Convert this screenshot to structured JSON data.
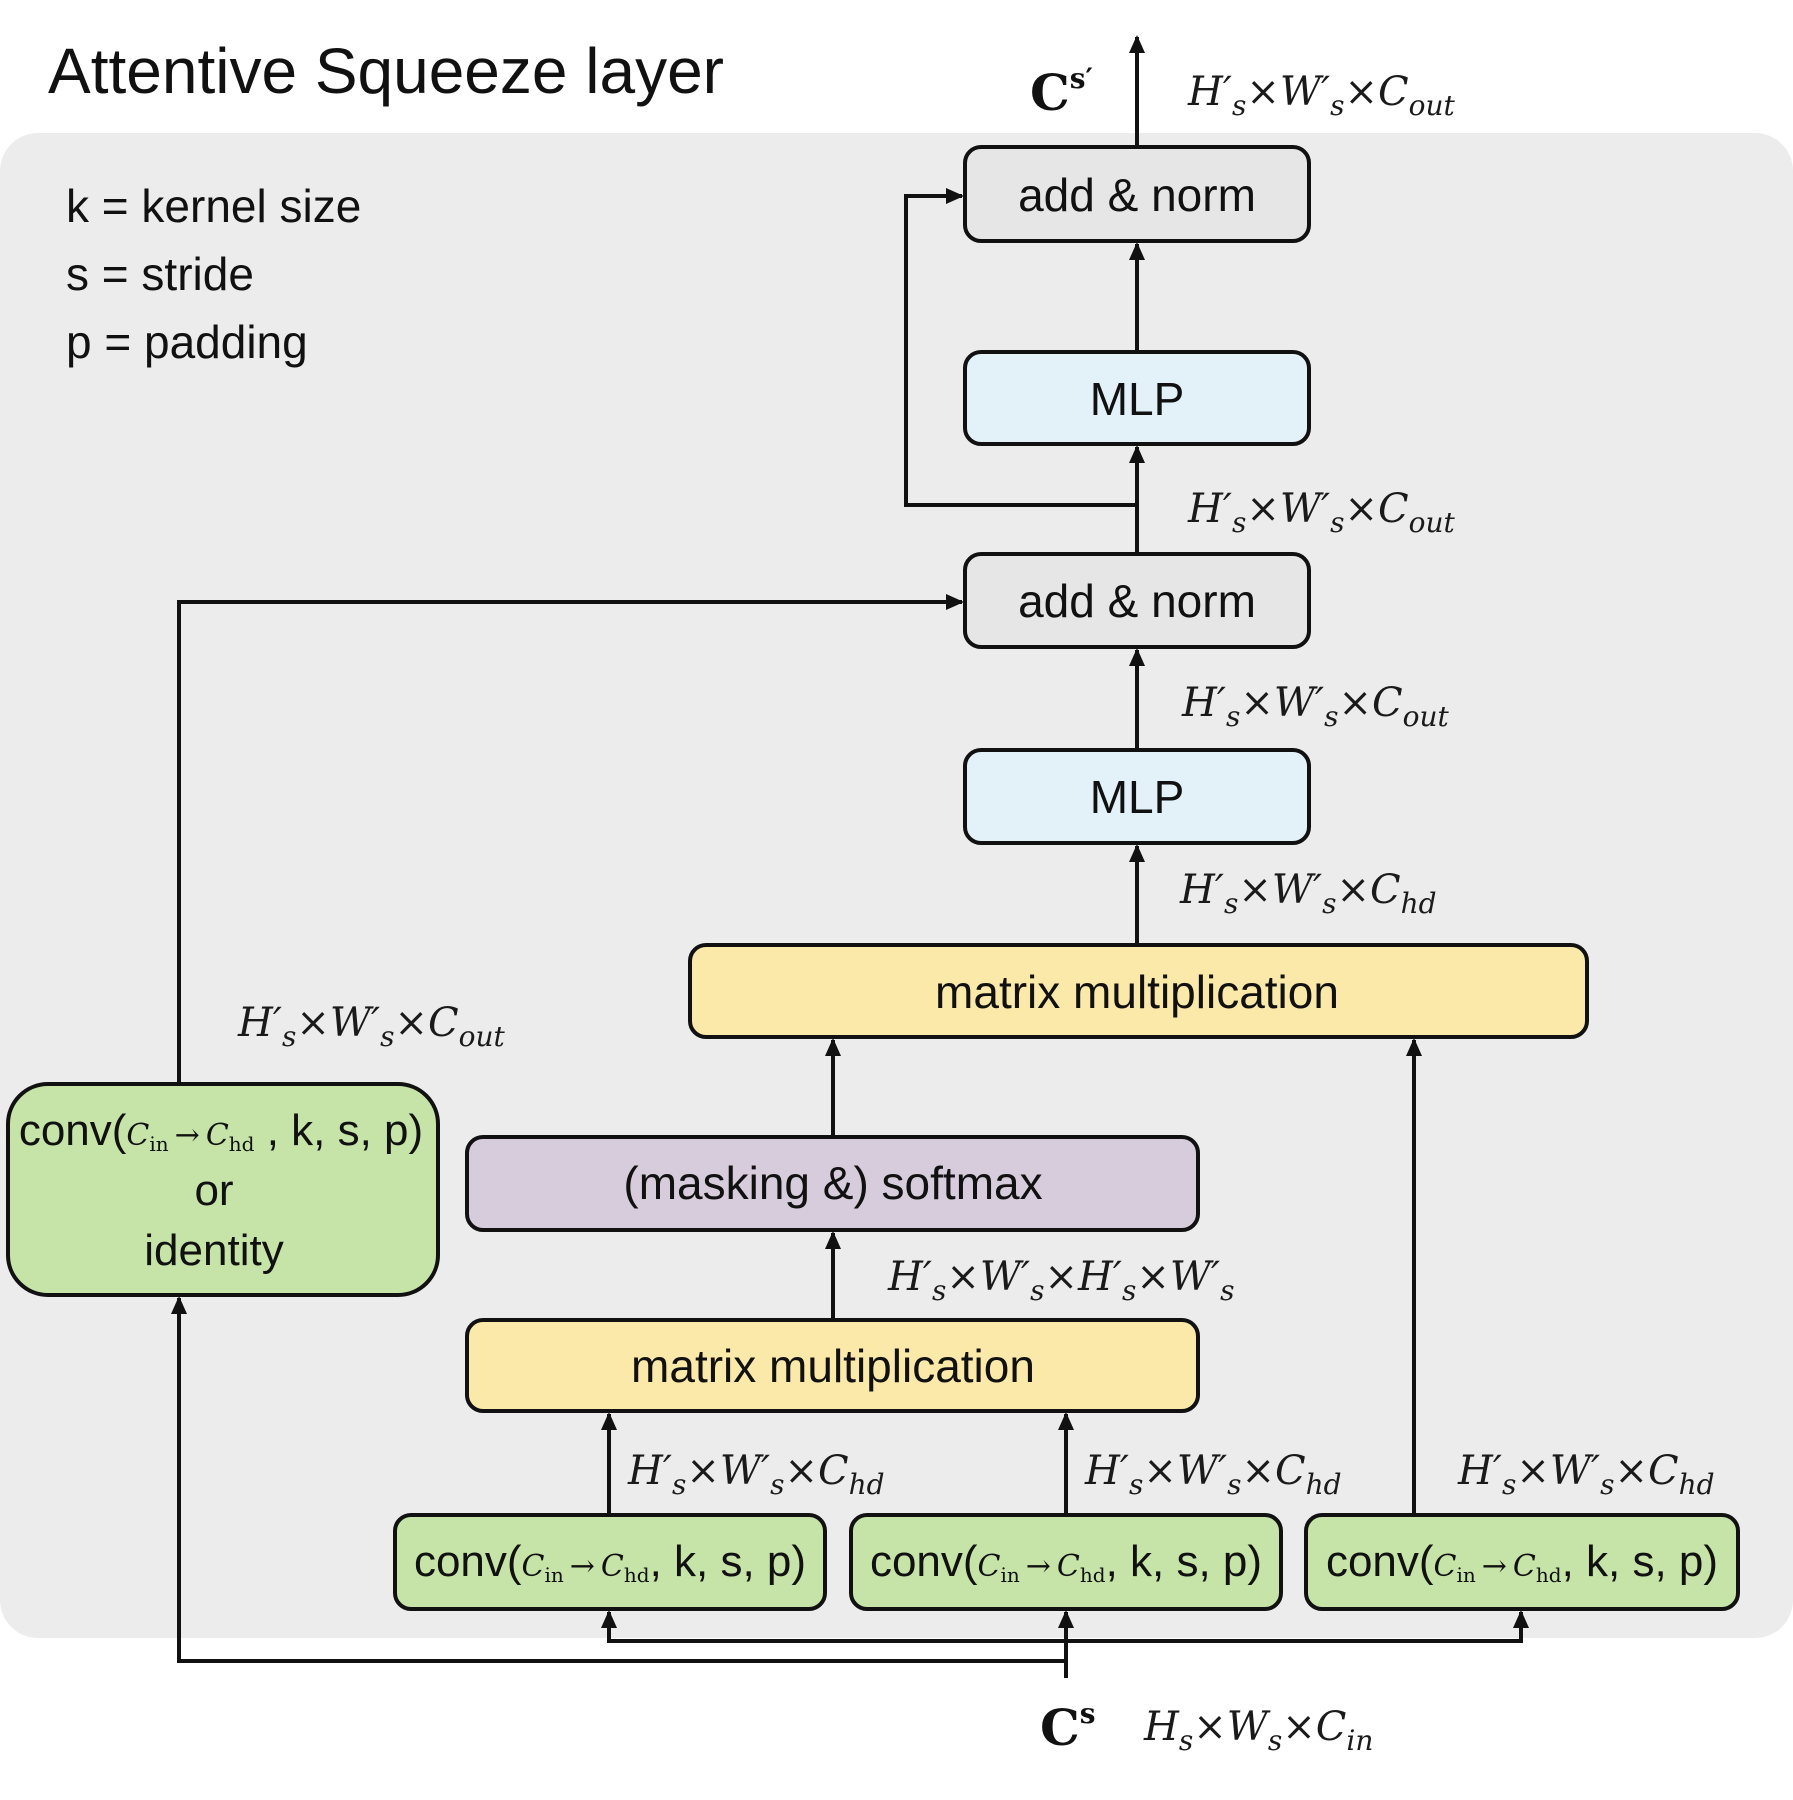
{
  "title": "Attentive Squeeze layer",
  "legend": [
    "k = kernel size",
    "s = stride",
    "p = padding"
  ],
  "colors": {
    "panel": "#ececec",
    "add_norm": "#e6e6e6",
    "mlp": "#e3f1f8",
    "matmul": "#fbe9a9",
    "softmax": "#d7ccdb",
    "conv": "#c6e3a8",
    "stroke": "#111111"
  },
  "boxes": {
    "add_norm_top": "add & norm",
    "mlp_top": "MLP",
    "add_norm_mid": "add & norm",
    "mlp_mid": "MLP",
    "matmul_top": "matrix multiplication",
    "softmax": "(masking &) softmax",
    "matmul_bottom": "matrix multiplication",
    "conv_prefix": "conv(",
    "conv_suffix": ", k, s, p)",
    "conv_cin": "C",
    "conv_cin_sub": "in",
    "conv_arrow": "→",
    "conv_chd": "C",
    "conv_chd_sub": "hd",
    "conv_left_line1_suffix": " , k, s, p)",
    "conv_left_or": "or",
    "conv_left_identity": "identity"
  },
  "dims": {
    "H": "H",
    "W": "W",
    "C": "C",
    "prime": "′",
    "times": "×",
    "s": "s",
    "out": "out",
    "hd": "hd",
    "in": "in"
  },
  "io": {
    "output_label": "C",
    "output_sup": "s′",
    "input_label": "C",
    "input_sup": "s"
  }
}
